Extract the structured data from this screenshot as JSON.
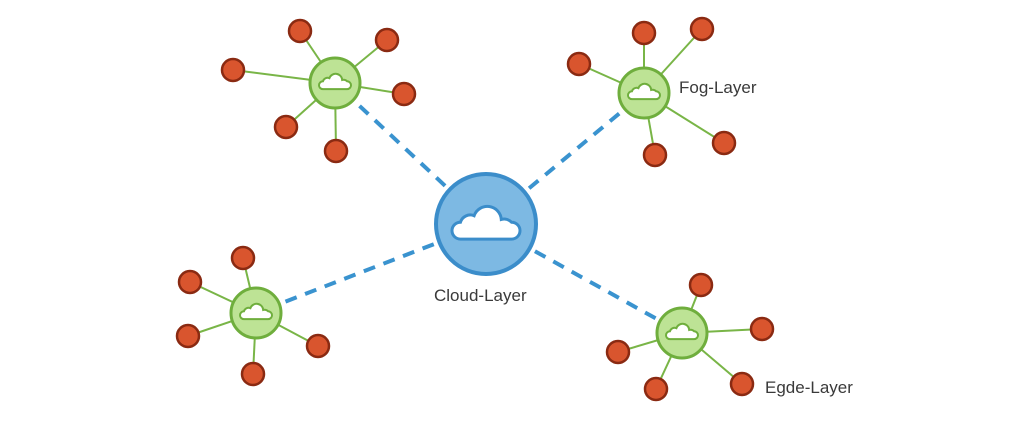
{
  "title": "Cloud / Fog / Edge network diagram",
  "colors": {
    "cloud_fill": "#7db9e3",
    "cloud_stroke": "#3b8dca",
    "fog_fill": "#bde395",
    "fog_stroke": "#6fae3d",
    "edge_fill": "#d9552e",
    "edge_stroke": "#8a2a12",
    "link_green": "#79b547",
    "link_blue_dashed": "#3a93cf",
    "label_text": "#3a3a3a"
  },
  "labels": {
    "cloud": "Cloud-Layer",
    "fog": "Fog-Layer",
    "edge": "Egde-Layer"
  },
  "nodes": {
    "cloud": {
      "id": "cloud",
      "type": "cloud",
      "icon": "cloud-icon"
    },
    "fog": [
      {
        "id": "fog-top-left",
        "type": "fog",
        "icon": "cloud-icon",
        "edge_count": 6
      },
      {
        "id": "fog-top-right",
        "type": "fog",
        "icon": "cloud-icon",
        "edge_count": 5
      },
      {
        "id": "fog-bottom-left",
        "type": "fog",
        "icon": "cloud-icon",
        "edge_count": 5
      },
      {
        "id": "fog-bottom-right",
        "type": "fog",
        "icon": "cloud-icon",
        "edge_count": 5
      }
    ]
  },
  "links": {
    "cloud_to_fog": "dashed",
    "fog_to_edge": "solid"
  }
}
